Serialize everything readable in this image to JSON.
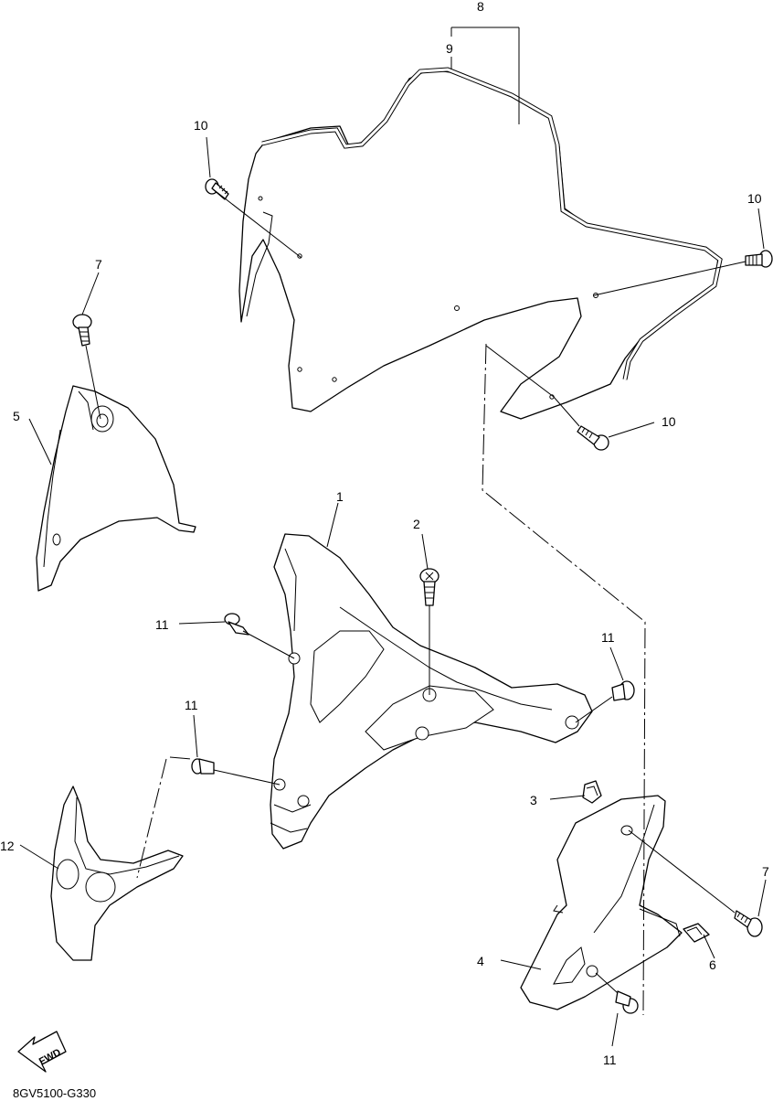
{
  "callouts": {
    "c1": "1",
    "c2": "2",
    "c3": "3",
    "c4": "4",
    "c5": "5",
    "c6": "6",
    "c7a": "7",
    "c7b": "7",
    "c8": "8",
    "c9": "9",
    "c10a": "10",
    "c10b": "10",
    "c10c": "10",
    "c11a": "11",
    "c11b": "11",
    "c11c": "11",
    "c11d": "11",
    "c12": "12"
  },
  "fwd_label": "FWD",
  "diagram_code": "8GV5100-G330"
}
